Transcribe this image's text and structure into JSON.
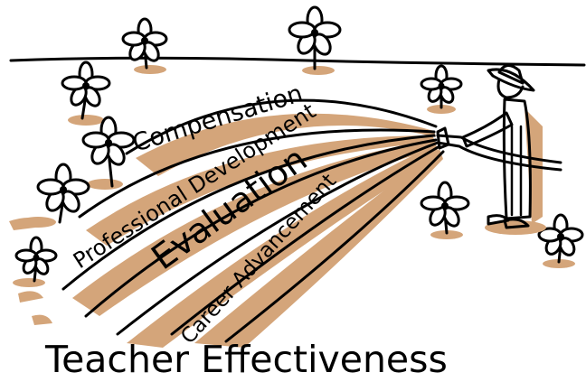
{
  "illustration": {
    "streams": [
      {
        "label": "Compensation"
      },
      {
        "label": "Professional Development"
      },
      {
        "label": "Evaluation"
      },
      {
        "label": "Career Advancement"
      }
    ],
    "caption": "Teacher Effectiveness",
    "colors": {
      "ink": "#000000",
      "shadow": "#d4a57a",
      "background": "#ffffff"
    },
    "icons": [
      "flower-icon",
      "gardener-icon",
      "hose-icon"
    ]
  }
}
